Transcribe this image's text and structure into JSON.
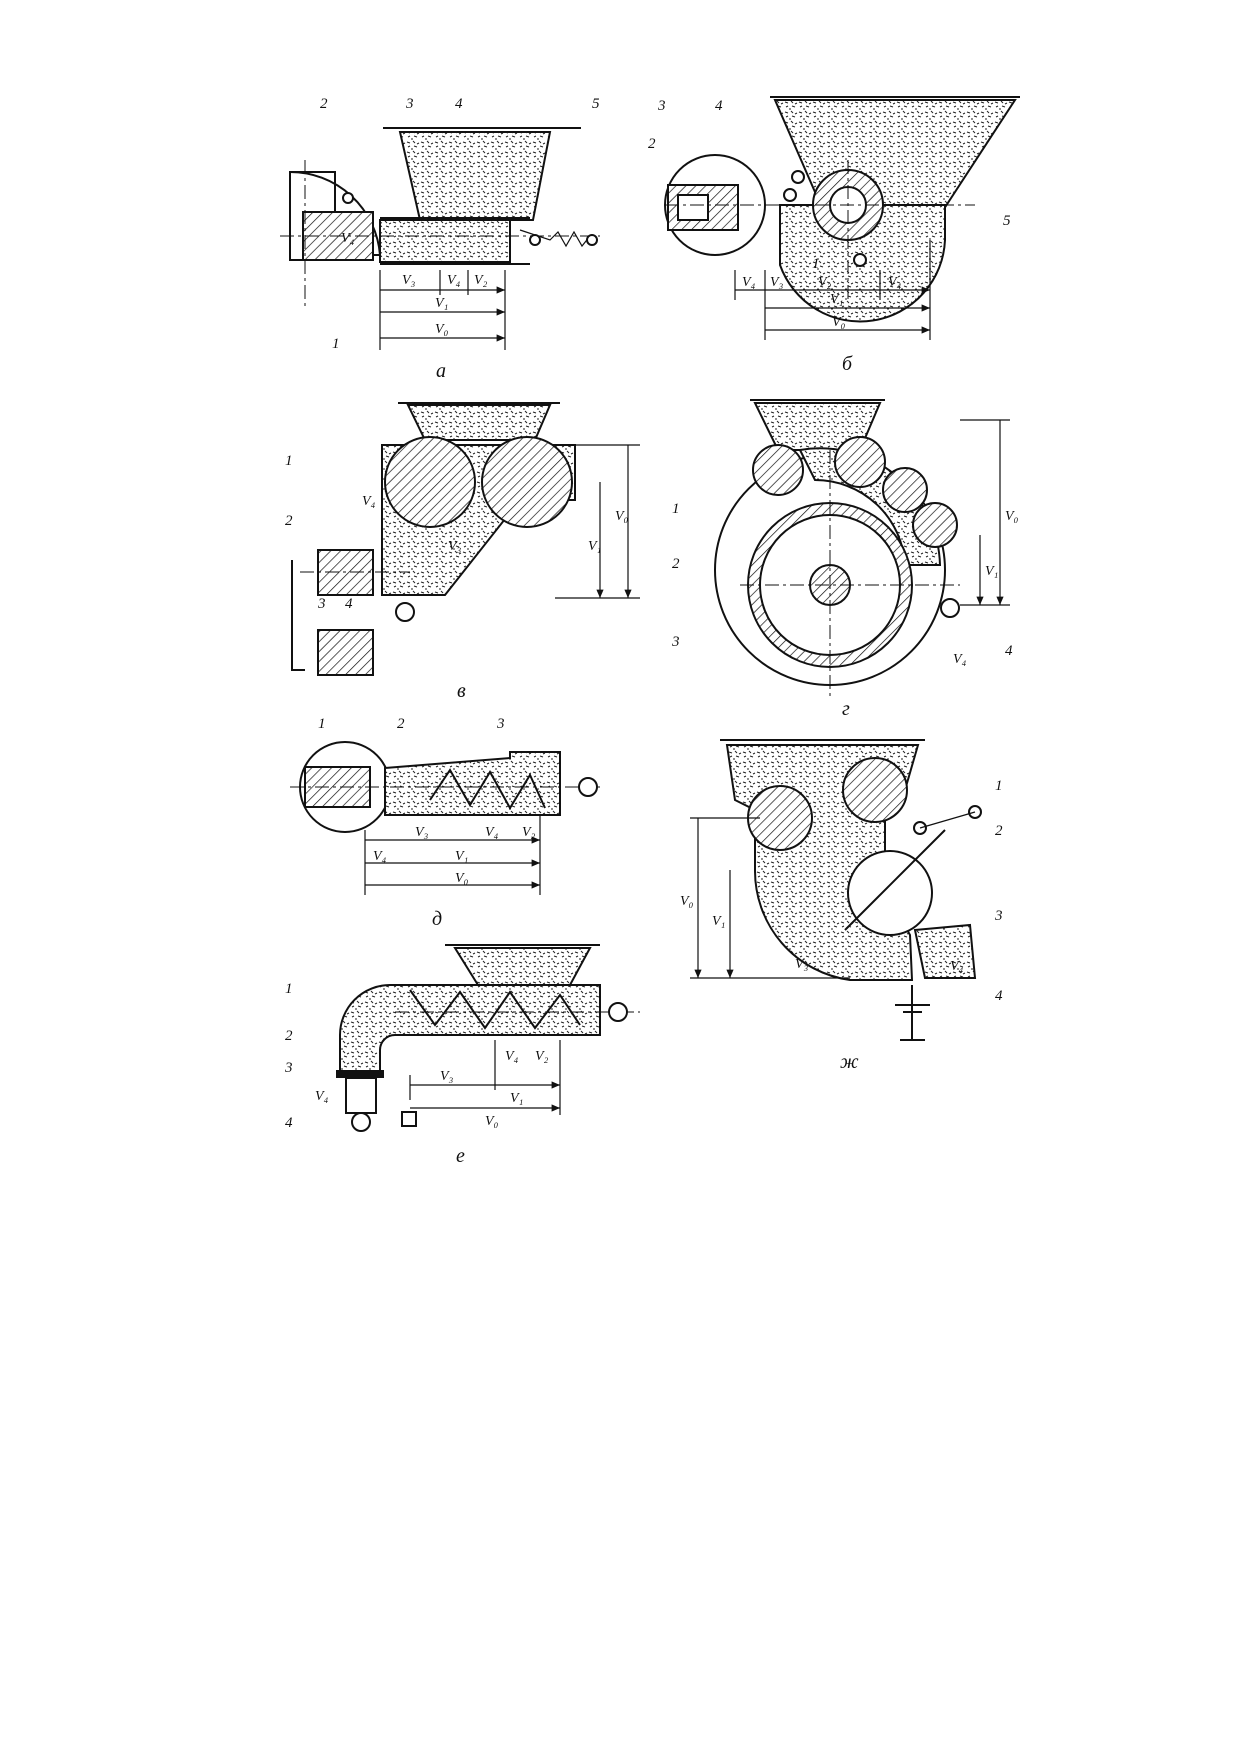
{
  "figure": {
    "panels": [
      {
        "key": "a",
        "caption": "а",
        "parts": [
          "1",
          "2",
          "3",
          "4",
          "5"
        ],
        "dims": [
          "V₃",
          "V₄",
          "V₂",
          "V₁",
          "V₀",
          "V₄"
        ]
      },
      {
        "key": "b",
        "caption": "б",
        "parts": [
          "1",
          "2",
          "3",
          "4",
          "5"
        ],
        "dims": [
          "V₄",
          "V₃",
          "V₂",
          "V₄",
          "V₁",
          "V₀"
        ]
      },
      {
        "key": "v",
        "caption": "в",
        "parts": [
          "1",
          "2",
          "3",
          "4"
        ],
        "dims": [
          "V₄",
          "V₃",
          "V₁",
          "V₀"
        ]
      },
      {
        "key": "g",
        "caption": "г",
        "parts": [
          "1",
          "2",
          "3",
          "4"
        ],
        "dims": [
          "V₀",
          "V₁",
          "V₄"
        ]
      },
      {
        "key": "d",
        "caption": "д",
        "parts": [
          "1",
          "2",
          "3"
        ],
        "dims": [
          "V₃",
          "V₄",
          "V₂",
          "V₄",
          "V₁",
          "V₀"
        ]
      },
      {
        "key": "e",
        "caption": "е",
        "parts": [
          "1",
          "2",
          "3",
          "4"
        ],
        "dims": [
          "V₄",
          "V₃",
          "V₄",
          "V₂",
          "V₁",
          "V₀"
        ]
      },
      {
        "key": "zh",
        "caption": "ж",
        "parts": [
          "1",
          "2",
          "3",
          "4"
        ],
        "dims": [
          "V₀",
          "V₁",
          "V₃",
          "V₄"
        ]
      }
    ]
  },
  "colors": {
    "ink": "#111111",
    "paper": "#ffffff"
  }
}
